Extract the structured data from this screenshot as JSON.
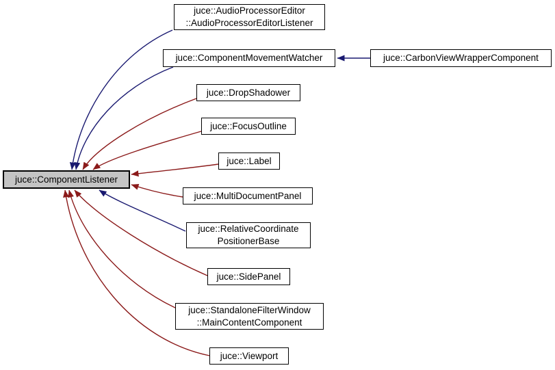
{
  "diagram": {
    "type": "class-inheritance-graph",
    "colors": {
      "public_edge": "#191970",
      "private_edge": "#8b1a1a",
      "node_fill": "#ffffff",
      "main_node_fill": "#c4c4c4",
      "node_border": "#000000",
      "background": "#ffffff"
    },
    "main_node": {
      "label": "juce::ComponentListener"
    },
    "nodes": [
      {
        "label": "juce::AudioProcessorEditor\n::AudioProcessorEditorListener"
      },
      {
        "label": "juce::ComponentMovementWatcher"
      },
      {
        "label": "juce::CarbonViewWrapperComponent"
      },
      {
        "label": "juce::DropShadower"
      },
      {
        "label": "juce::FocusOutline"
      },
      {
        "label": "juce::Label"
      },
      {
        "label": "juce::MultiDocumentPanel"
      },
      {
        "label": "juce::RelativeCoordinate\nPositionerBase"
      },
      {
        "label": "juce::SidePanel"
      },
      {
        "label": "juce::StandaloneFilterWindow\n::MainContentComponent"
      },
      {
        "label": "juce::Viewport"
      }
    ],
    "edges": [
      {
        "from": "juce::AudioProcessorEditor::AudioProcessorEditorListener",
        "to": "juce::ComponentListener",
        "style": "public"
      },
      {
        "from": "juce::ComponentMovementWatcher",
        "to": "juce::ComponentListener",
        "style": "public"
      },
      {
        "from": "juce::CarbonViewWrapperComponent",
        "to": "juce::ComponentMovementWatcher",
        "style": "public"
      },
      {
        "from": "juce::DropShadower",
        "to": "juce::ComponentListener",
        "style": "private"
      },
      {
        "from": "juce::FocusOutline",
        "to": "juce::ComponentListener",
        "style": "private"
      },
      {
        "from": "juce::Label",
        "to": "juce::ComponentListener",
        "style": "private"
      },
      {
        "from": "juce::MultiDocumentPanel",
        "to": "juce::ComponentListener",
        "style": "private"
      },
      {
        "from": "juce::RelativeCoordinatePositionerBase",
        "to": "juce::ComponentListener",
        "style": "public"
      },
      {
        "from": "juce::SidePanel",
        "to": "juce::ComponentListener",
        "style": "private"
      },
      {
        "from": "juce::StandaloneFilterWindow::MainContentComponent",
        "to": "juce::ComponentListener",
        "style": "private"
      },
      {
        "from": "juce::Viewport",
        "to": "juce::ComponentListener",
        "style": "private"
      }
    ]
  }
}
